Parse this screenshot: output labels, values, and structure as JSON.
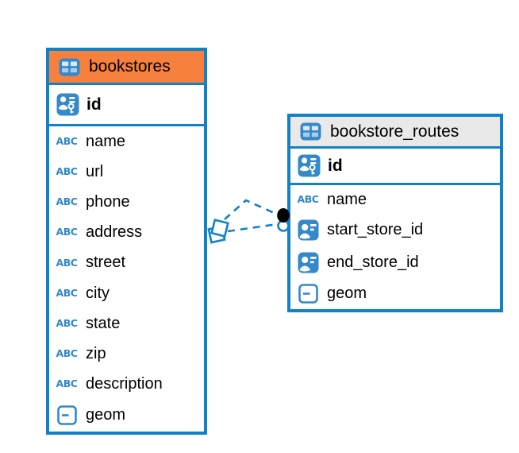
{
  "icons": {
    "text_type_label": "ABC"
  },
  "colors": {
    "table_border_blue": "#1182C8",
    "icon_blue": "#3389CA",
    "bookstores_header": "#F6813E",
    "routes_header": "#E9E9E9",
    "connector_blue": "#1182C8",
    "endpoint_dot": "#000000"
  },
  "tables": {
    "bookstores": {
      "title": "bookstores",
      "primary_key": {
        "name": "id",
        "type": "primary-key"
      },
      "fields": [
        {
          "name": "name",
          "type": "text"
        },
        {
          "name": "url",
          "type": "text"
        },
        {
          "name": "phone",
          "type": "text"
        },
        {
          "name": "address",
          "type": "text"
        },
        {
          "name": "street",
          "type": "text"
        },
        {
          "name": "city",
          "type": "text"
        },
        {
          "name": "state",
          "type": "text"
        },
        {
          "name": "zip",
          "type": "text"
        },
        {
          "name": "description",
          "type": "text"
        },
        {
          "name": "geom",
          "type": "geometry"
        }
      ]
    },
    "bookstore_routes": {
      "title": "bookstore_routes",
      "primary_key": {
        "name": "id",
        "type": "primary-key"
      },
      "fields": [
        {
          "name": "name",
          "type": "text"
        },
        {
          "name": "start_store_id",
          "type": "reference"
        },
        {
          "name": "end_store_id",
          "type": "reference"
        },
        {
          "name": "geom",
          "type": "geometry"
        }
      ]
    }
  }
}
